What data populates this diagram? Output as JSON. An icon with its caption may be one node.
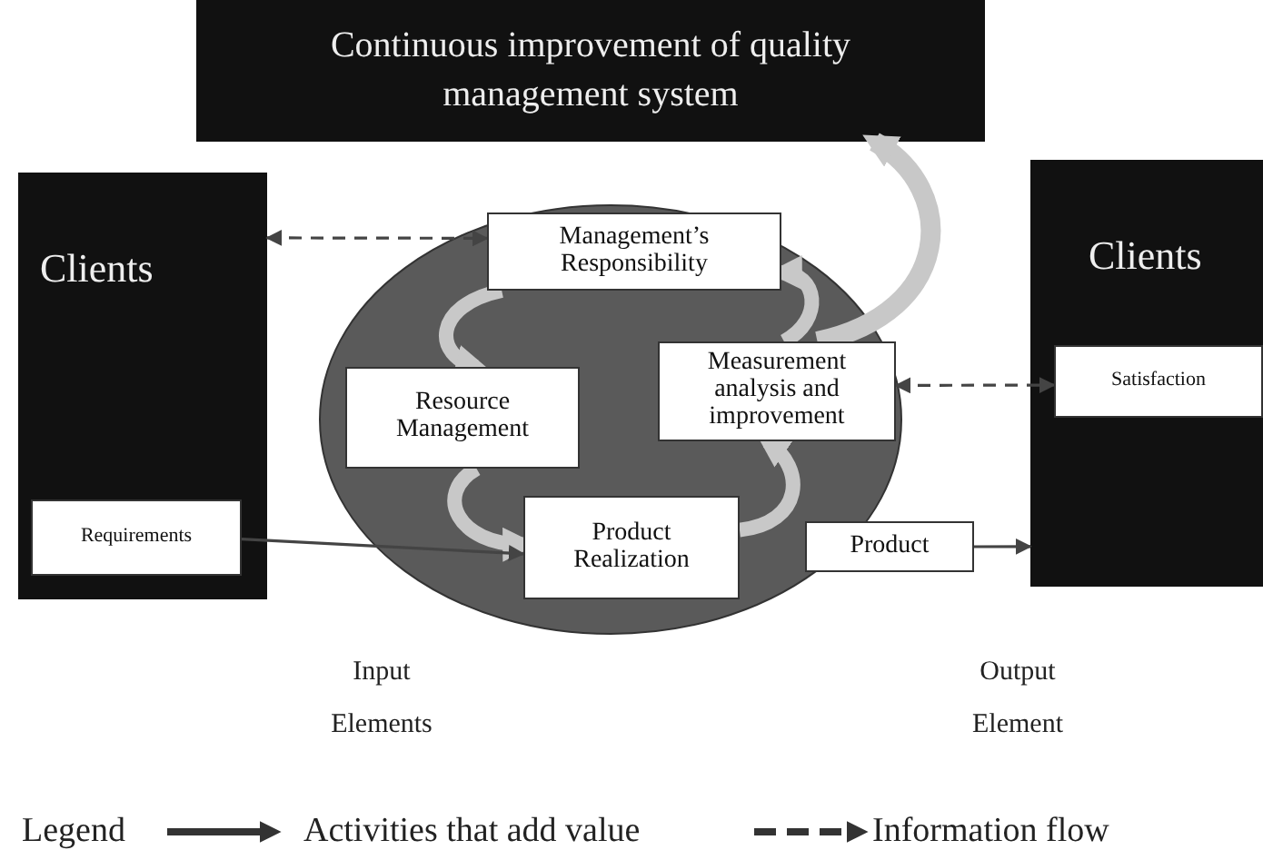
{
  "diagram": {
    "nodes": [
      {
        "text": [
          "Clients"
        ]
      },
      {
        "text": [
          "Requirements"
        ],
        "in": 0
      },
      {
        "text": [],
        "shape": "circle"
      },
      {
        "text": [
          "Management’s Responsibility"
        ],
        "in": 2
      },
      {
        "text": [
          "Resource Management"
        ],
        "in": 2
      },
      {
        "text": [
          "Measurement analysis and improvement"
        ],
        "in": 2
      },
      {
        "text": [
          "Product Realization"
        ],
        "in": 2
      },
      {
        "text": [
          "Product"
        ]
      },
      {
        "text": [
          "Clients"
        ]
      },
      {
        "text": [
          "Satisfaction"
        ],
        "in": 8
      },
      {
        "text": [
          "Continuous improvement of quality management system"
        ]
      }
    ],
    "edges": [
      {
        "from": 0,
        "to": 3,
        "arrow": "both",
        "style": "dashed",
        "color": "#444444"
      },
      {
        "from": 3,
        "to": 4,
        "arrow": "to"
      },
      {
        "from": 4,
        "to": 6,
        "arrow": "to"
      },
      {
        "from": 6,
        "to": 5,
        "arrow": "to"
      },
      {
        "from": 5,
        "to": 3,
        "arrow": "to"
      },
      {
        "from": 5,
        "to": 10,
        "arrow": "to"
      },
      {
        "from": 1,
        "to": 6,
        "arrow": "to",
        "color": "#444444"
      },
      {
        "from": 7,
        "to": 8,
        "arrow": "to",
        "color": "#444444"
      },
      {
        "from": 5,
        "to": 9,
        "arrow": "both",
        "style": "dashed",
        "color": "#444444"
      }
    ],
    "labels": [
      "Input Elements",
      "Output Element",
      "Legend"
    ],
    "legend": [
      {
        "text": "Activities that add value"
      },
      {
        "text": "Information flow"
      }
    ]
  }
}
